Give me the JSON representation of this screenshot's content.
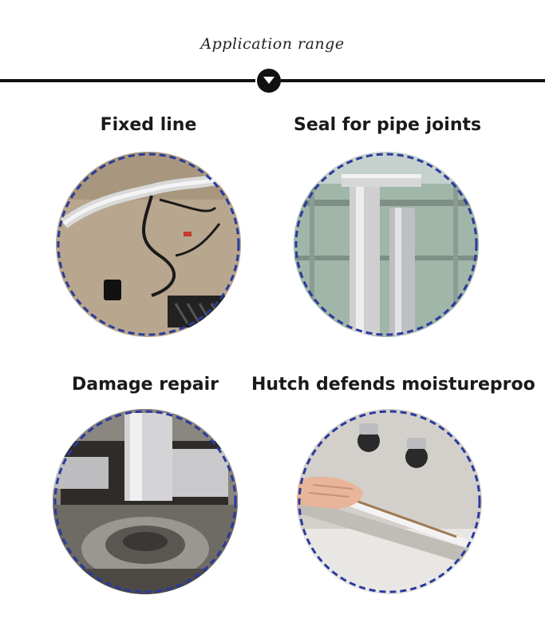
{
  "header": {
    "title": "Application range"
  },
  "items": [
    {
      "label": "Fixed line"
    },
    {
      "label": "Seal for pipe joints"
    },
    {
      "label": "Damage repair"
    },
    {
      "label": "Hutch defends moistureproo"
    }
  ],
  "colors": {
    "ring": "#2a3a9c",
    "divider": "#111111"
  }
}
